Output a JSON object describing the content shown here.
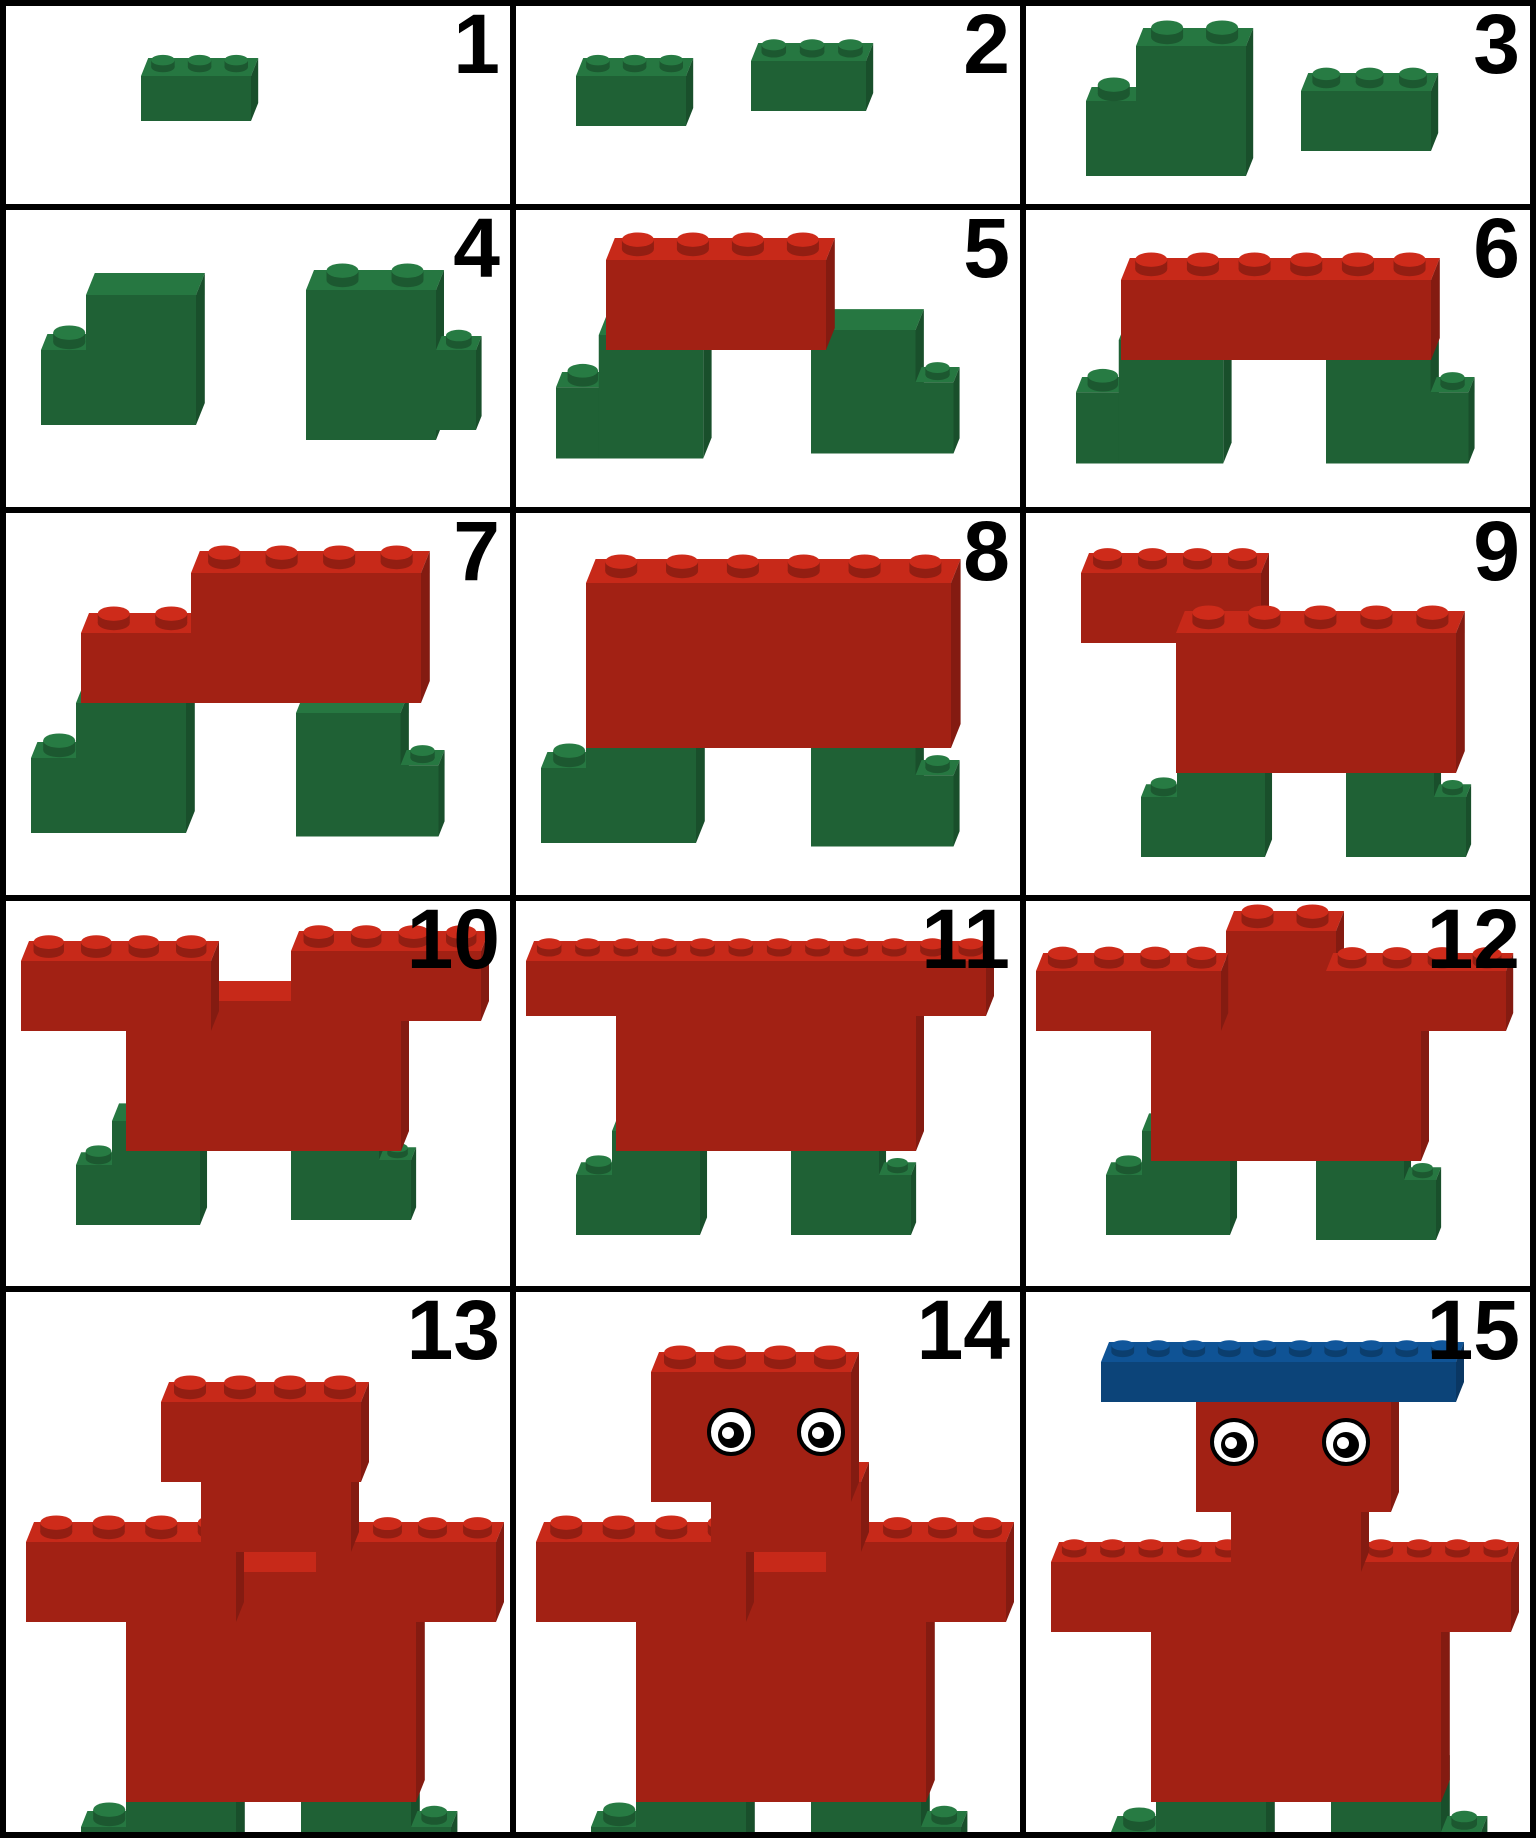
{
  "colors": {
    "green": "#236e3c",
    "red": "#b82617",
    "blue": "#0e4d8a",
    "border": "#000000",
    "background": "#ffffff"
  },
  "steps": [
    {
      "number": "1"
    },
    {
      "number": "2"
    },
    {
      "number": "3"
    },
    {
      "number": "4"
    },
    {
      "number": "5"
    },
    {
      "number": "6"
    },
    {
      "number": "7"
    },
    {
      "number": "8"
    },
    {
      "number": "9"
    },
    {
      "number": "10"
    },
    {
      "number": "11"
    },
    {
      "number": "12"
    },
    {
      "number": "13"
    },
    {
      "number": "14"
    },
    {
      "number": "15"
    }
  ]
}
